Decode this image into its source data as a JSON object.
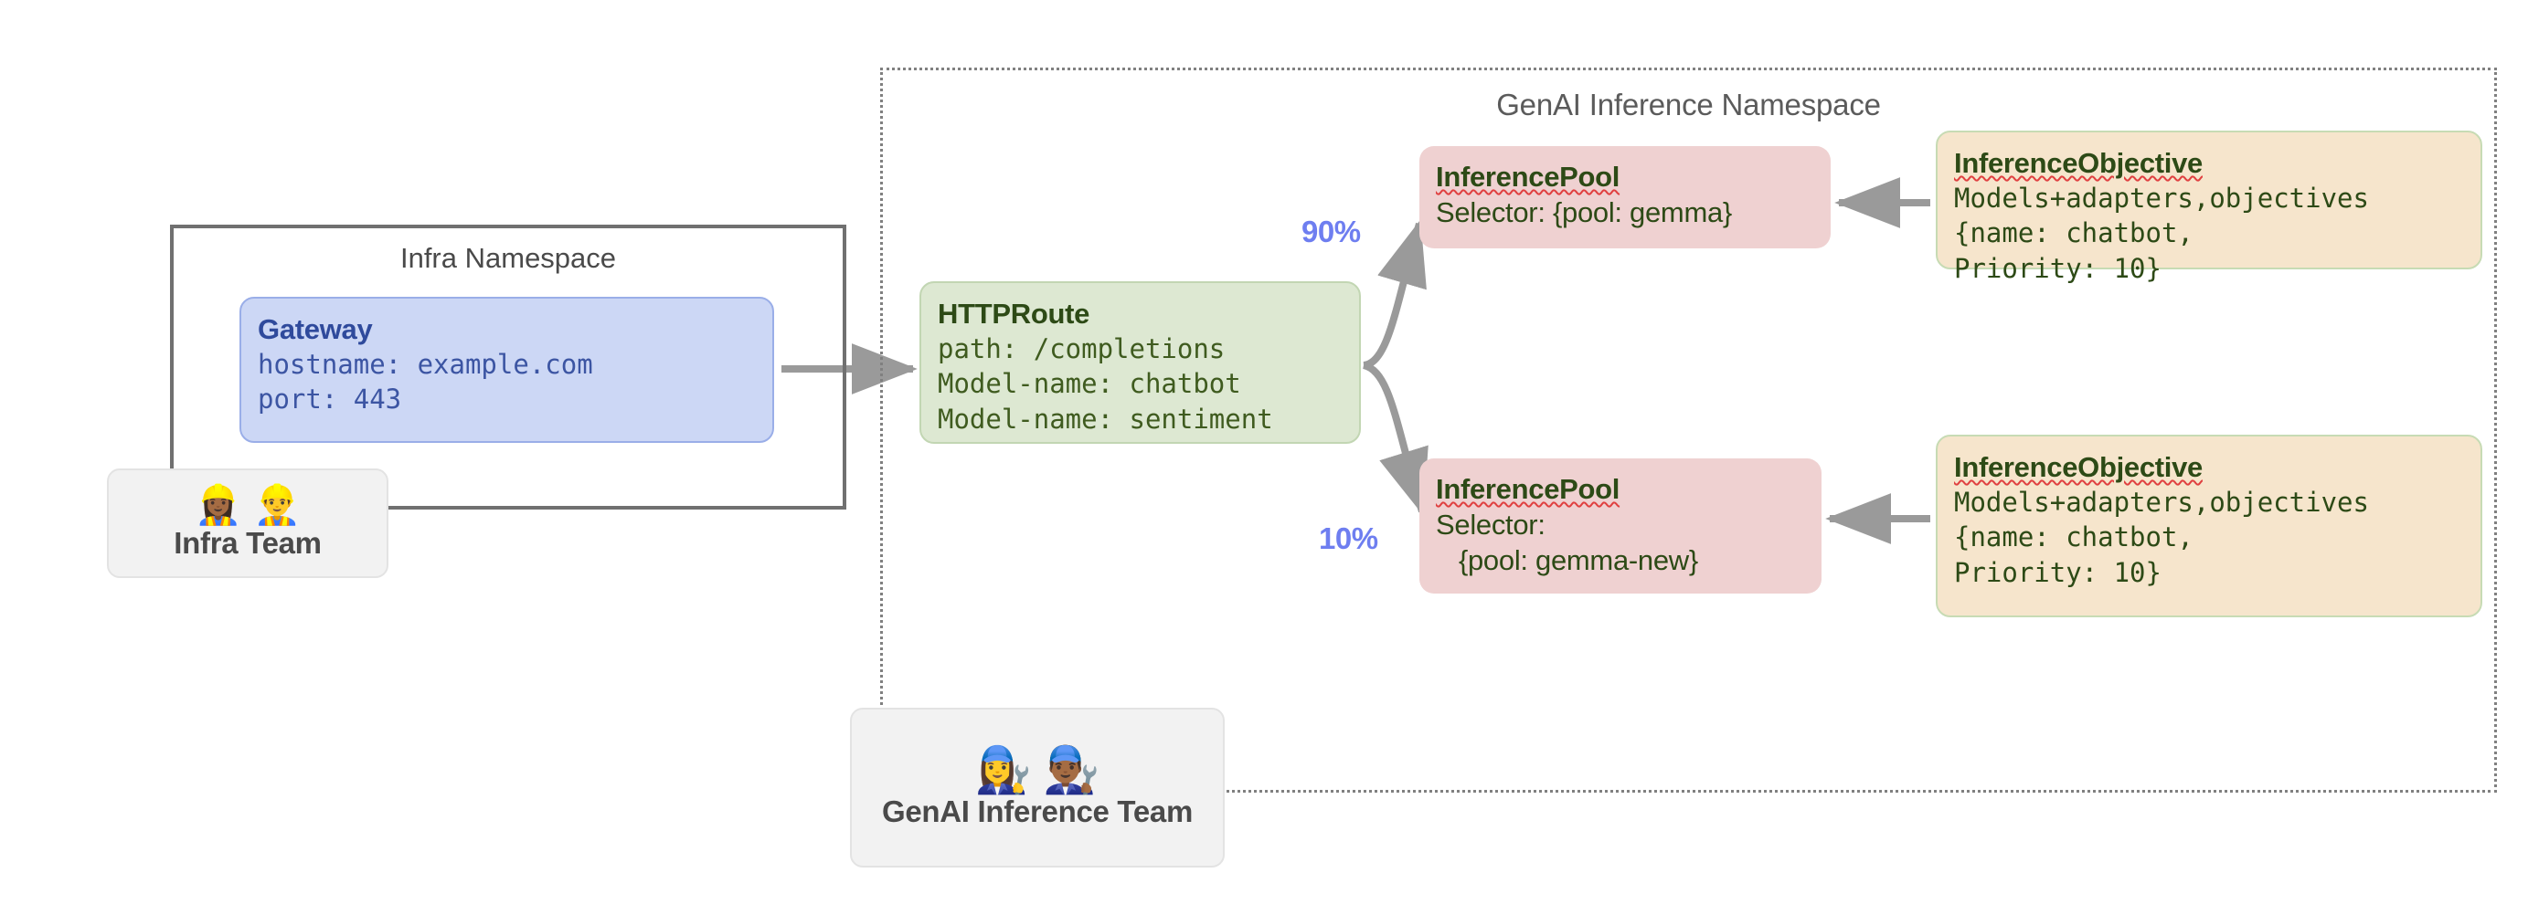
{
  "diagram": {
    "title": "Gateway API Inference Extension namespace diagram",
    "colors": {
      "gateway_bg": "#ccd7f5",
      "gateway_text": "#2f4a9c",
      "httproute_bg": "#dde8d2",
      "httproute_text": "#2d4a16",
      "pool_bg": "#efd1d1",
      "objective_bg": "#f6e5cc",
      "percent_text": "#6e7ef0",
      "arrow": "#9a9a9a",
      "namespace_border": "#808080",
      "team_chip_bg": "#f2f2f2"
    }
  },
  "namespaces": {
    "infra": {
      "label": "Infra Namespace"
    },
    "genai": {
      "label": "GenAI Inference Namespace"
    }
  },
  "teams": [
    {
      "id": "infra-team",
      "label": "Infra Team",
      "emojis": [
        "👷🏾‍♀️",
        "👷‍♂️"
      ],
      "emoji_names": [
        "woman-construction-worker-icon",
        "man-construction-worker-icon"
      ]
    },
    {
      "id": "genai-team",
      "label": "GenAI Inference Team",
      "emojis": [
        "👩‍🔧",
        "👨🏾‍🔧"
      ],
      "emoji_names": [
        "woman-mechanic-icon",
        "man-mechanic-icon"
      ]
    }
  ],
  "resources": {
    "gateway": {
      "kind": "Gateway",
      "lines": [
        "hostname: example.com",
        "port: 443"
      ]
    },
    "httproute": {
      "kind": "HTTPRoute",
      "lines": [
        "path: /completions",
        "Model-name: chatbot",
        "Model-name: sentiment"
      ]
    },
    "pools": [
      {
        "id": "pool-gemma",
        "kind": "InferencePool",
        "lines": [
          "Selector: {pool: gemma}"
        ]
      },
      {
        "id": "pool-gemma-new",
        "kind": "InferencePool",
        "lines": [
          "Selector:",
          "   {pool: gemma-new}"
        ]
      }
    ],
    "objectives": [
      {
        "id": "objective-top",
        "kind": "InferenceObjective",
        "lines": [
          "Models+adapters,objectives",
          "{name: chatbot,",
          "Priority: 10}"
        ]
      },
      {
        "id": "objective-bottom",
        "kind": "InferenceObjective",
        "lines": [
          "Models+adapters,objectives",
          "{name: chatbot,",
          "Priority: 10}"
        ]
      }
    ]
  },
  "edges": {
    "split_weights": [
      {
        "id": "weight-90",
        "label": "90%",
        "target": "pool-gemma"
      },
      {
        "id": "weight-10",
        "label": "10%",
        "target": "pool-gemma-new"
      }
    ]
  }
}
